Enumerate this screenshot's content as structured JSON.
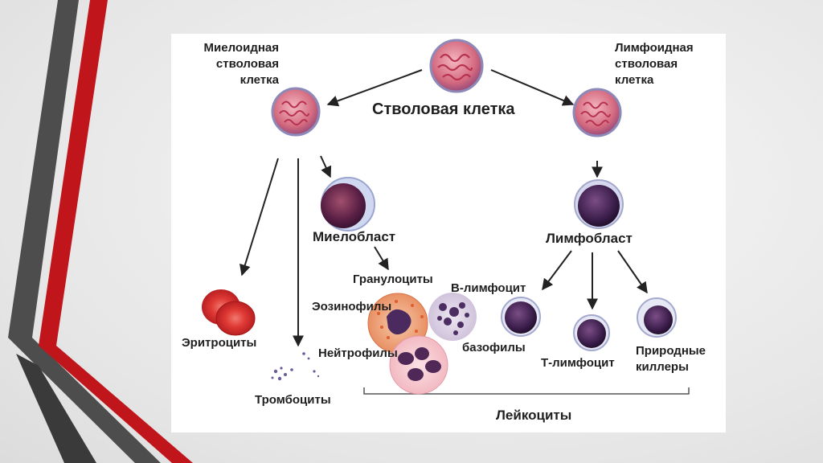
{
  "labels": {
    "myeloid_stem": [
      "Миелоидная",
      "стволовая",
      "клетка"
    ],
    "lymphoid_stem": [
      "Лимфоидная",
      "стволовая",
      "клетка"
    ],
    "stem_cell": "Стволовая клетка",
    "myeloblast": "Миелобласт",
    "lymphoblast": "Лимфобласт",
    "granulocytes": "Гранулоциты",
    "b_lymphocyte": "В-лимфоцит",
    "eosinophils": "Эозинофилы",
    "erythrocytes": "Эритроциты",
    "neutrophils": "Нейтрофилы",
    "basophils": "базофилы",
    "t_lymphocyte": "Т-лимфоцит",
    "natural_killers": [
      "Природные",
      "киллеры"
    ],
    "thrombocytes": "Тромбоциты",
    "leukocytes": "Лейкоциты"
  },
  "colors": {
    "slide_red": "#c0151b",
    "slide_gray": "#4a4a4a",
    "stem_pink": "#e38a9a",
    "blast_purple": "#5a2a56",
    "erythro_red": "#d8282c"
  }
}
